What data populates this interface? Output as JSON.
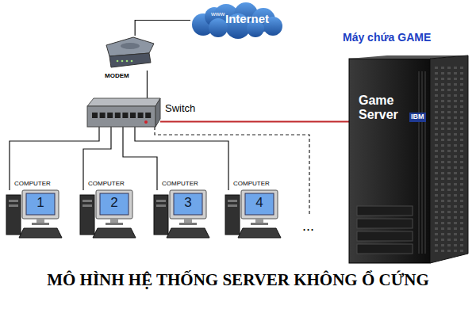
{
  "diagram": {
    "title": "MÔ HÌNH HỆ THỐNG SERVER KHÔNG Ổ CỨNG",
    "nodes": [
      {
        "text": [
          "www",
          "Internet"
        ]
      },
      {
        "text": [
          "MODEM"
        ]
      },
      {
        "text": [
          "Switch"
        ]
      },
      {
        "text": [
          "COMPUTER",
          "1"
        ]
      },
      {
        "text": [
          "COMPUTER",
          "2"
        ]
      },
      {
        "text": [
          "COMPUTER",
          "3"
        ]
      },
      {
        "text": [
          "COMPUTER",
          "4"
        ]
      },
      {
        "text": [
          "Máy chứa GAME",
          "Game Server"
        ]
      }
    ],
    "edges": [
      {
        "from": 1,
        "to": 0,
        "arrow": "none"
      },
      {
        "from": 2,
        "to": 1,
        "arrow": "none"
      },
      {
        "from": 2,
        "to": 3,
        "arrow": "none"
      },
      {
        "from": 2,
        "to": 4,
        "arrow": "none"
      },
      {
        "from": 2,
        "to": 5,
        "arrow": "none"
      },
      {
        "from": 2,
        "to": 6,
        "arrow": "none"
      },
      {
        "from": 2,
        "to": 7,
        "arrow": "none"
      }
    ],
    "labels": [
      "IBM",
      "..."
    ]
  }
}
